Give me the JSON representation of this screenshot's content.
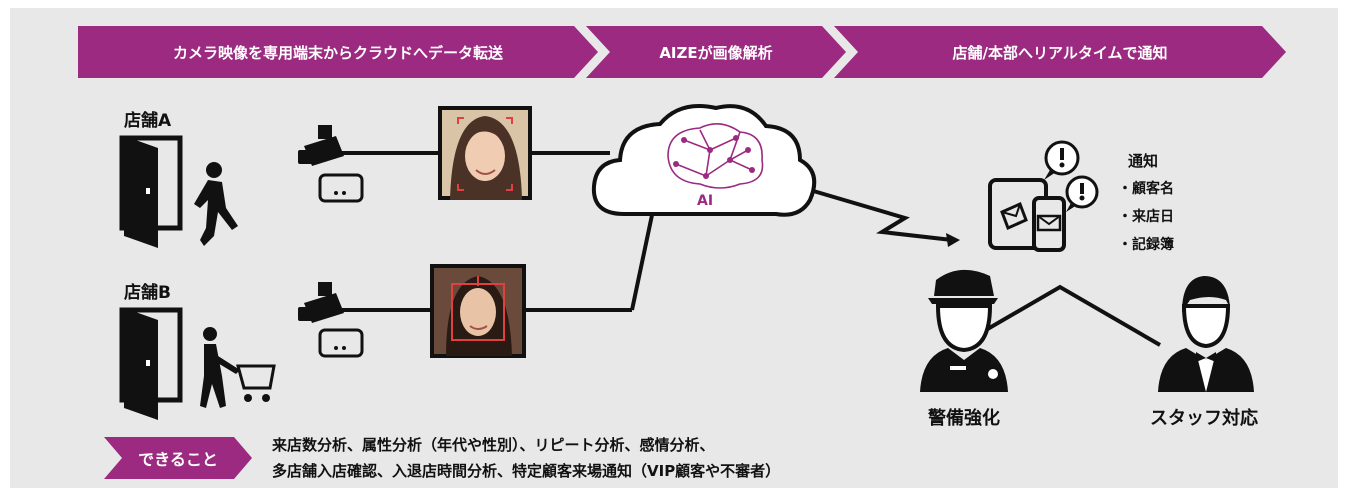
{
  "steps": [
    "カメラ映像を専用端末からクラウドへデータ転送",
    "AIZEが画像解析",
    "店舗/本部へリアルタイムで通知"
  ],
  "store_a": "店舗A",
  "store_b": "店舗B",
  "cloud_label": "AI",
  "notification": {
    "title": "通知",
    "items": [
      "・顧客名",
      "・来店日",
      "・記録簿"
    ]
  },
  "actions": {
    "security": "警備強化",
    "staff": "スタッフ対応"
  },
  "can_do": {
    "badge": "できること",
    "line1": "来店数分析、属性分析（年代や性別）、リピート分析、感情分析、",
    "line2": "多店舗入店確認、入退店時間分析、特定顧客来場通知（VIP顧客や不審者）"
  },
  "colors": {
    "accent": "#9c2a81",
    "panel": "#e8e8e8"
  },
  "icons": [
    "door-icon",
    "walking-person-icon",
    "shopping-person-icon",
    "camera-icon",
    "recorder-icon",
    "face-photo",
    "cloud-brain-icon",
    "lightning-arrow",
    "phone-mail-icon",
    "alert-bubble-icon",
    "security-guard-icon",
    "staff-icon"
  ]
}
